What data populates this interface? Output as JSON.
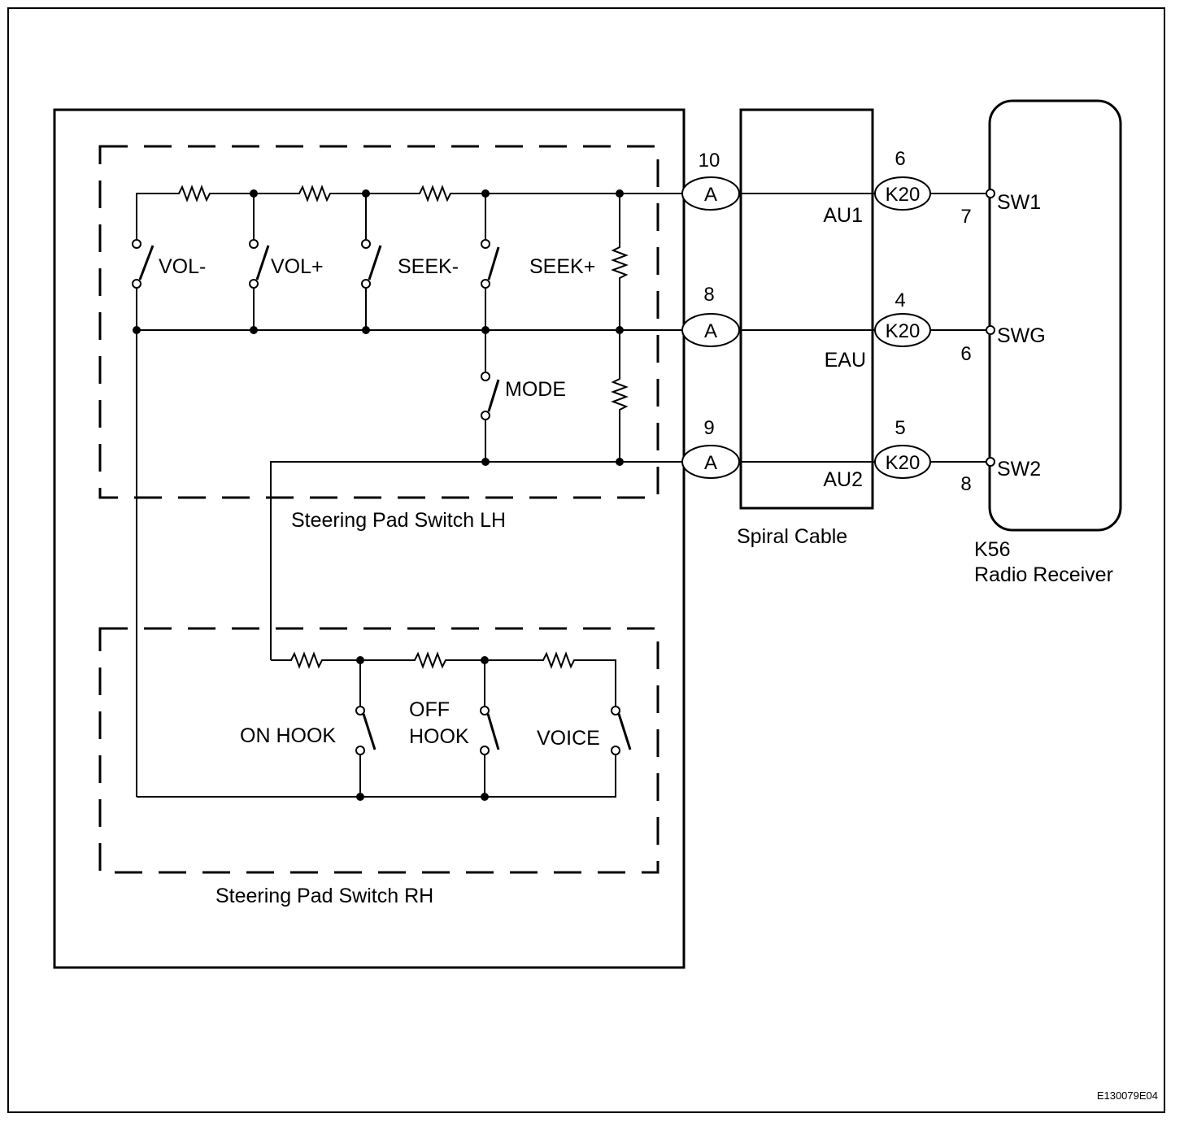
{
  "figure_id": "E130079E04",
  "groups": {
    "switch_lh": "Steering Pad Switch LH",
    "switch_rh": "Steering Pad Switch RH",
    "spiral": "Spiral Cable",
    "receiver_code": "K56",
    "receiver_name": "Radio Receiver"
  },
  "switches_lh": [
    "VOL-",
    "VOL+",
    "SEEK-",
    "SEEK+",
    "MODE"
  ],
  "switches_rh": {
    "on_hook": "ON HOOK",
    "off_hook_1": "OFF",
    "off_hook_2": "HOOK",
    "voice": "VOICE"
  },
  "connectors": [
    {
      "left_pin": "10",
      "left_conn": "A",
      "spiral_label": "AU1",
      "right_pin": "6",
      "right_conn": "K20",
      "receiver_pin": "7",
      "receiver_terminal": "SW1"
    },
    {
      "left_pin": "8",
      "left_conn": "A",
      "spiral_label": "EAU",
      "right_pin": "4",
      "right_conn": "K20",
      "receiver_pin": "6",
      "receiver_terminal": "SWG"
    },
    {
      "left_pin": "9",
      "left_conn": "A",
      "spiral_label": "AU2",
      "right_pin": "5",
      "right_conn": "K20",
      "receiver_pin": "8",
      "receiver_terminal": "SW2"
    }
  ]
}
